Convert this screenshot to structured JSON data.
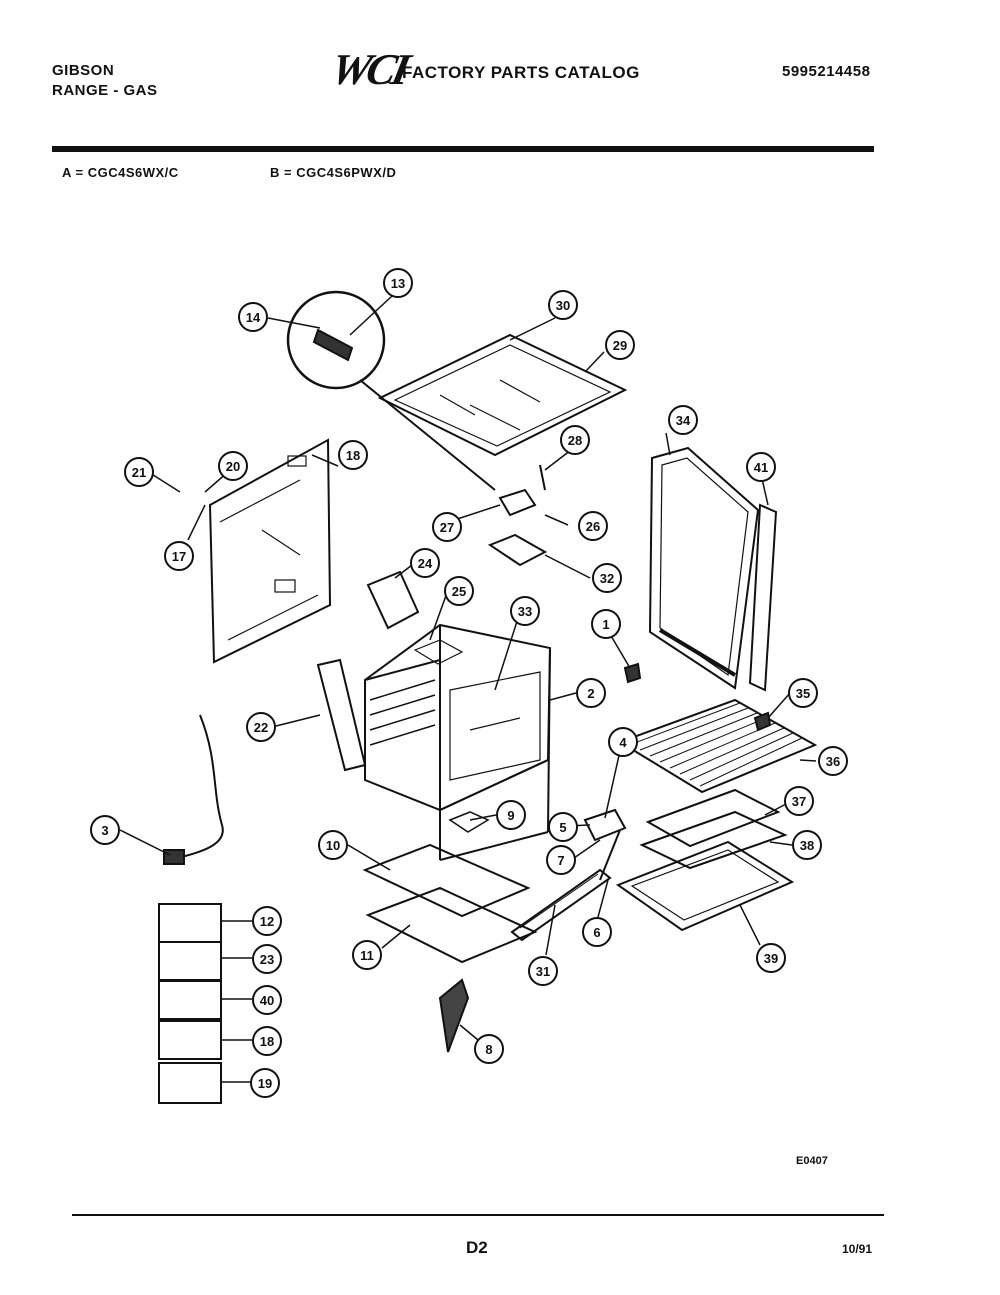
{
  "header": {
    "brand": "GIBSON",
    "product": "RANGE - GAS",
    "logo": "WCI",
    "catalog_title": "FACTORY PARTS CATALOG",
    "catalog_number": "5995214458"
  },
  "models": {
    "a": "A = CGC4S6WX/C",
    "b": "B = CGC4S6PWX/D"
  },
  "callouts": [
    "1",
    "2",
    "3",
    "4",
    "5",
    "6",
    "7",
    "8",
    "9",
    "10",
    "11",
    "12",
    "13",
    "14",
    "17",
    "18",
    "19",
    "20",
    "21",
    "22",
    "23",
    "24",
    "25",
    "26",
    "27",
    "28",
    "29",
    "30",
    "31",
    "32",
    "33",
    "34",
    "35",
    "36",
    "37",
    "38",
    "39",
    "40",
    "41",
    "12",
    "23",
    "40",
    "18",
    "19"
  ],
  "footer": {
    "diagram_code": "E0407",
    "page": "D2",
    "date": "10/91"
  }
}
